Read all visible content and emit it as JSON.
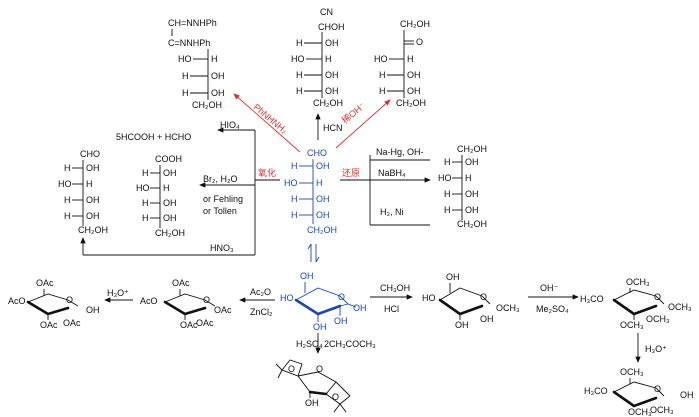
{
  "top": {
    "osazone": {
      "lines": [
        "CH=NNHPh",
        "C=NNHPh",
        "HO—H",
        "H—OH",
        "H—OH",
        "CH₂OH"
      ]
    },
    "cyanohydrin": {
      "lines": [
        "CN",
        "CHOH",
        "H—OH",
        "HO—H",
        "H—OH",
        "H—OH",
        "CH₂OH"
      ]
    },
    "fructose": {
      "lines": [
        "CH₂OH",
        "O",
        "HO—H",
        "H—OH",
        "H—OH",
        "CH₂OH"
      ]
    }
  },
  "reagents": {
    "phnhnh2": "PhNHNH₂",
    "hcn": "HCN",
    "dilute_oh": "稀OH⁻",
    "hio4": "HIO₄",
    "oxidation": "氧化",
    "reduction": "还原",
    "br2": "Br₂, H₂O",
    "or_fehling": "or Fehling",
    "or_tollen": "or Tollen",
    "hno3": "HNO₃",
    "na_hg": "Na-Hg, OH-",
    "nabh4": "NaBH₄",
    "h2_ni": "H₂, Ni",
    "ac2o": "Ac₂O",
    "zncl2": "ZnCl₂",
    "h3o_left": "H₃O⁺",
    "ch3oh": "CH₃OH",
    "hcl": "HCl",
    "oh_minus": "OH⁻",
    "me2so4": "Me₂SO₄",
    "h2so4": "H₂SO₄",
    "acetone": "2CH₃COCH₃",
    "h3o_right": "H₃O⁺"
  },
  "products": {
    "periodate": "5HCOOH + HCHO",
    "glucaric": {
      "lines": [
        "CHO",
        "H—OH",
        "HO—H",
        "H—OH",
        "H—OH",
        "CH₂OH"
      ]
    },
    "gluconic": {
      "lines": [
        "COOH",
        "H—OH",
        "HO—H",
        "H—OH",
        "H—OH",
        "CH₂OH"
      ]
    },
    "sorbitol": {
      "lines": [
        "CH₂OH",
        "H—OH",
        "HO—H",
        "H—OH",
        "H—OH",
        "CH₂OH"
      ]
    }
  },
  "center": {
    "lines": [
      "CHO",
      "H—OH",
      "HO—H",
      "H—OH",
      "H—OH",
      "CH₂OH"
    ]
  },
  "ring_labels": {
    "oh": "OH",
    "ho": "HO",
    "o": "O",
    "oac": "OAc",
    "aco": "AcO",
    "och3": "OCH₃",
    "h3co": "H₃CO"
  }
}
